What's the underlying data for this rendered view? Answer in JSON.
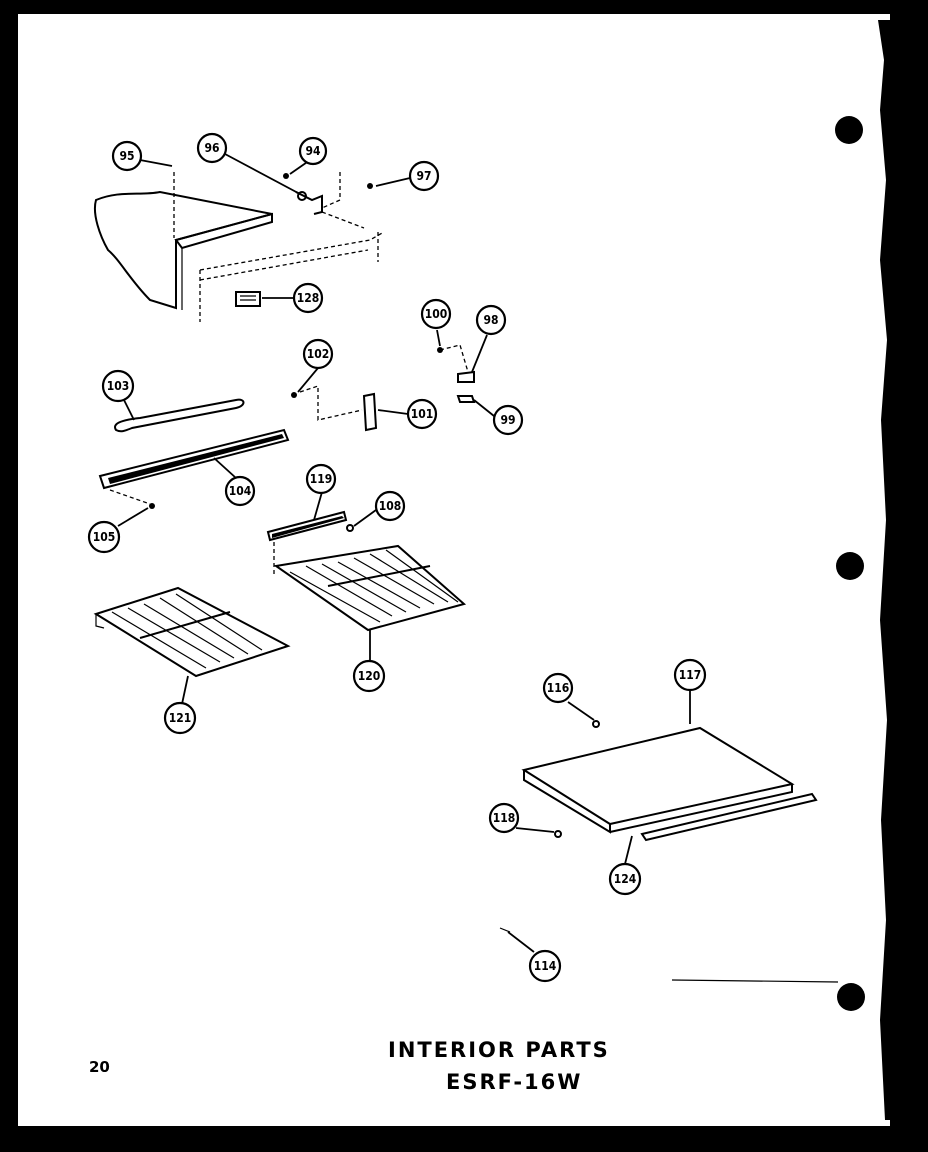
{
  "page": {
    "number": "20",
    "title": "INTERIOR PARTS",
    "model": "ESRF-16W"
  },
  "callouts": [
    {
      "id": "95",
      "label": "95"
    },
    {
      "id": "96",
      "label": "96"
    },
    {
      "id": "94",
      "label": "94"
    },
    {
      "id": "97",
      "label": "97"
    },
    {
      "id": "128",
      "label": "128"
    },
    {
      "id": "100",
      "label": "100"
    },
    {
      "id": "98",
      "label": "98"
    },
    {
      "id": "102",
      "label": "102"
    },
    {
      "id": "103",
      "label": "103"
    },
    {
      "id": "101",
      "label": "101"
    },
    {
      "id": "99",
      "label": "99"
    },
    {
      "id": "104",
      "label": "104"
    },
    {
      "id": "119",
      "label": "119"
    },
    {
      "id": "108",
      "label": "108"
    },
    {
      "id": "105",
      "label": "105"
    },
    {
      "id": "120",
      "label": "120"
    },
    {
      "id": "121",
      "label": "121"
    },
    {
      "id": "116",
      "label": "116"
    },
    {
      "id": "117",
      "label": "117"
    },
    {
      "id": "118",
      "label": "118"
    },
    {
      "id": "124",
      "label": "124"
    },
    {
      "id": "114",
      "label": "114"
    }
  ]
}
